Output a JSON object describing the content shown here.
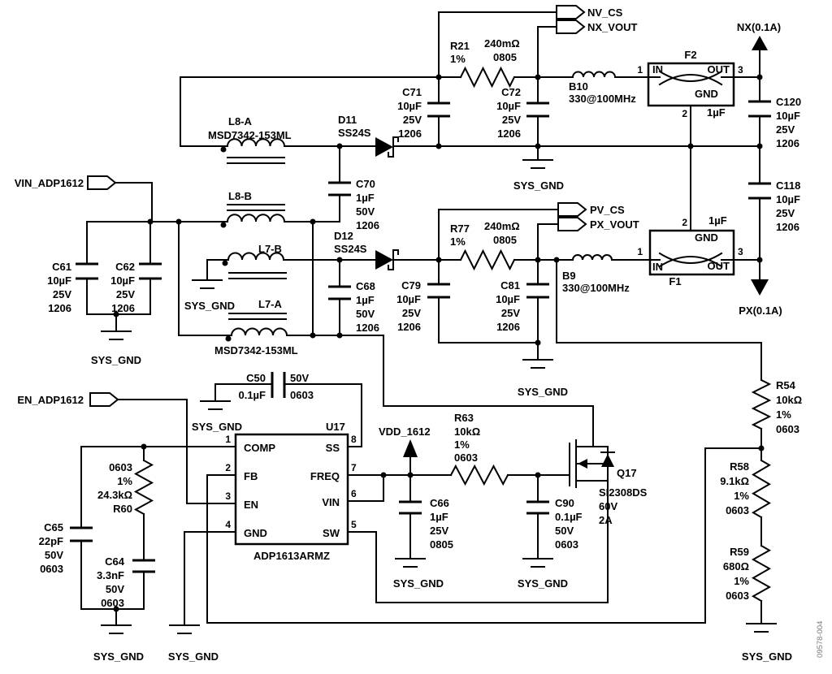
{
  "figure_id": "09578-004",
  "ground_label": "SYS_GND",
  "colors": {
    "line": "#000000",
    "figure_id_gray": "#7a7a7a",
    "background": "#ffffff"
  },
  "flags": {
    "vin": "VIN_ADP1612",
    "en": "EN_ADP1612",
    "nv_cs": "NV_CS",
    "nx_vout": "NX_VOUT",
    "pv_cs": "PV_CS",
    "px_vout": "PX_VOUT"
  },
  "outputs": {
    "nx": "NX(0.1A)",
    "px": "PX(0.1A)"
  },
  "power": {
    "vdd": "VDD_1612"
  },
  "transformers": {
    "l8": {
      "a": "L8-A",
      "b": "L8-B",
      "part": "MSD7342-153ML"
    },
    "l7": {
      "a": "L7-A",
      "b": "L7-B",
      "part": "MSD7342-153ML"
    }
  },
  "beads": {
    "b10": {
      "ref": "B10",
      "value": "330@100MHz"
    },
    "b9": {
      "ref": "B9",
      "value": "330@100MHz"
    }
  },
  "filters": {
    "f2": {
      "ref": "F2",
      "pin_in": "IN",
      "pin_out": "OUT",
      "pin_gnd": "GND",
      "cap": "1µF",
      "n1": "1",
      "n2": "2",
      "n3": "3"
    },
    "f1": {
      "ref": "F1",
      "pin_in": "IN",
      "pin_out": "OUT",
      "pin_gnd": "GND",
      "cap": "1µF",
      "n1": "1",
      "n2": "2",
      "n3": "3"
    }
  },
  "diodes": {
    "d11": {
      "ref": "D11",
      "part": "SS24S"
    },
    "d12": {
      "ref": "D12",
      "part": "SS24S"
    }
  },
  "mosfet": {
    "ref": "Q17",
    "part": "SI2308DS",
    "v": "60V",
    "i": "2A"
  },
  "ic": {
    "ref": "U17",
    "part": "ADP1613ARMZ",
    "pins": {
      "p1": {
        "n": "1",
        "name": "COMP"
      },
      "p2": {
        "n": "2",
        "name": "FB"
      },
      "p3": {
        "n": "3",
        "name": "EN"
      },
      "p4": {
        "n": "4",
        "name": "GND"
      },
      "p5": {
        "n": "5",
        "name": "SW"
      },
      "p6": {
        "n": "6",
        "name": "VIN"
      },
      "p7": {
        "n": "7",
        "name": "FREQ"
      },
      "p8": {
        "n": "8",
        "name": "SS"
      }
    }
  },
  "resistors": {
    "r21": {
      "l1": "R21",
      "l2": "1%",
      "r1": "240mΩ",
      "r2": "0805"
    },
    "r77": {
      "l1": "R77",
      "l2": "1%",
      "r1": "240mΩ",
      "r2": "0805"
    },
    "r63": [
      "R63",
      "10kΩ",
      "1%",
      "0603"
    ],
    "r60": [
      "0603",
      "1%",
      "24.3kΩ",
      "R60"
    ],
    "r54": [
      "R54",
      "10kΩ",
      "1%",
      "0603"
    ],
    "r58": [
      "R58",
      "9.1kΩ",
      "1%",
      "0603"
    ],
    "r59": [
      "R59",
      "680Ω",
      "1%",
      "0603"
    ]
  },
  "capacitors": {
    "c50": {
      "l1": "C50",
      "l2": "0.1µF",
      "r1": "50V",
      "r2": "0603"
    },
    "c61": [
      "C61",
      "10µF",
      "25V",
      "1206"
    ],
    "c62": [
      "C62",
      "10µF",
      "25V",
      "1206"
    ],
    "c64": [
      "C64",
      "3.3nF",
      "50V",
      "0603"
    ],
    "c65": [
      "C65",
      "22pF",
      "50V",
      "0603"
    ],
    "c66": [
      "C66",
      "1µF",
      "25V",
      "0805"
    ],
    "c68": [
      "C68",
      "1µF",
      "50V",
      "1206"
    ],
    "c70": [
      "C70",
      "1µF",
      "50V",
      "1206"
    ],
    "c71": [
      "C71",
      "10µF",
      "25V",
      "1206"
    ],
    "c72": [
      "C72",
      "10µF",
      "25V",
      "1206"
    ],
    "c79": [
      "C79",
      "10µF",
      "25V",
      "1206"
    ],
    "c81": [
      "C81",
      "10µF",
      "25V",
      "1206"
    ],
    "c90": [
      "C90",
      "0.1µF",
      "50V",
      "0603"
    ],
    "c118": [
      "C118",
      "10µF",
      "25V",
      "1206"
    ],
    "c120": [
      "C120",
      "10µF",
      "25V",
      "1206"
    ]
  }
}
